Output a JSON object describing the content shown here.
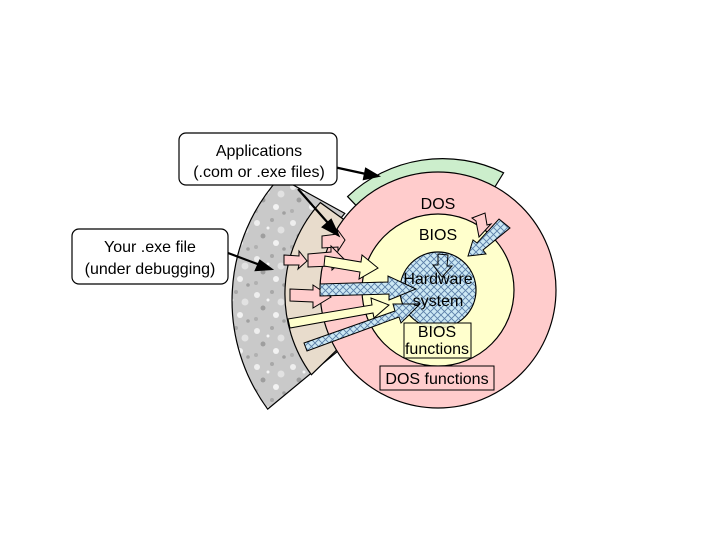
{
  "labels": {
    "applications_line1": "Applications",
    "applications_line2": "(.com or .exe files)",
    "exe_line1": "Your .exe file",
    "exe_line2": "(under debugging)",
    "dos": "DOS",
    "bios": "BIOS",
    "hardware_line1": "Hardware",
    "hardware_line2": "system",
    "bios_functions_line1": "BIOS",
    "bios_functions_line2": "functions",
    "dos_functions": "DOS functions"
  },
  "colors": {
    "dos_ring": "#ffcccc",
    "bios_ring": "#ffffcc",
    "hardware_core": "#cce8f4",
    "applications_sector": "#cceecc",
    "applications_band": "#e8dccc",
    "exe_band": "#c8c8c8",
    "outline": "#000000"
  },
  "icons": {
    "arrow": "block-arrow",
    "hatched_arrow": "hatched-block-arrow"
  }
}
